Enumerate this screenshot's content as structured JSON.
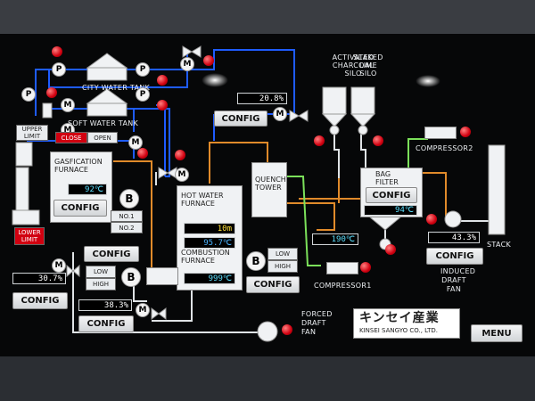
{
  "labels": {
    "city_water_tank": "CITY WATER TANK",
    "soft_water_tank": "SOFT WATER TANK",
    "upper_limit": "UPPER LIMIT",
    "lower_limit": "LOWER LIMIT",
    "close": "CLOSE",
    "open": "OPEN",
    "gasification_furnace": "GASFICATION FURNACE",
    "no1": "NO.1",
    "no2": "NO.2",
    "hot_water_furnace": "HOT WATER FURNACE",
    "combustion_furnace": "COMBUSTION FURNACE",
    "quench_tower": "QUENCH TOWER",
    "activated_charcoal_silo": "ACTIVATED CHARCOAL SILO",
    "slaked_lime_silo": "SLAKED LIME SILO",
    "bag_filter": "BAG FILTER",
    "compressor2": "COMPRESSOR2",
    "compressor1": "COMPRESSOR1",
    "stack": "STACK",
    "induced_draft_fan": "INDUCED DRAFT FAN",
    "forced_draft_fan": "FORCED DRAFT FAN",
    "low": "LOW",
    "high": "HIGH",
    "logo_jp": "キンセイ産業",
    "logo_en": "KINSEI SANGYO CO., LTD."
  },
  "buttons": {
    "config": "CONFIG",
    "menu": "MENU"
  },
  "symbols": {
    "pump": "P",
    "motor": "M",
    "blower": "B"
  },
  "readings": {
    "valve_top": "20.8%",
    "gasification_temp": "92℃",
    "hot_water_level": "10m",
    "hot_water_temp": "95.7℃",
    "combustion_temp": "999℃",
    "quench_outlet_temp": "190℃",
    "bag_filter_temp": "94℃",
    "induced_fan": "43.3%",
    "left_valve": "30.7%",
    "forced_fan": "38.3%"
  },
  "colors": {
    "water_pipe": "#1e5cff",
    "hot_pipe": "#e08a2a",
    "gas_pipe": "#dfe3e6",
    "air_pipe": "#7be05a",
    "alarm": "#e00010"
  }
}
